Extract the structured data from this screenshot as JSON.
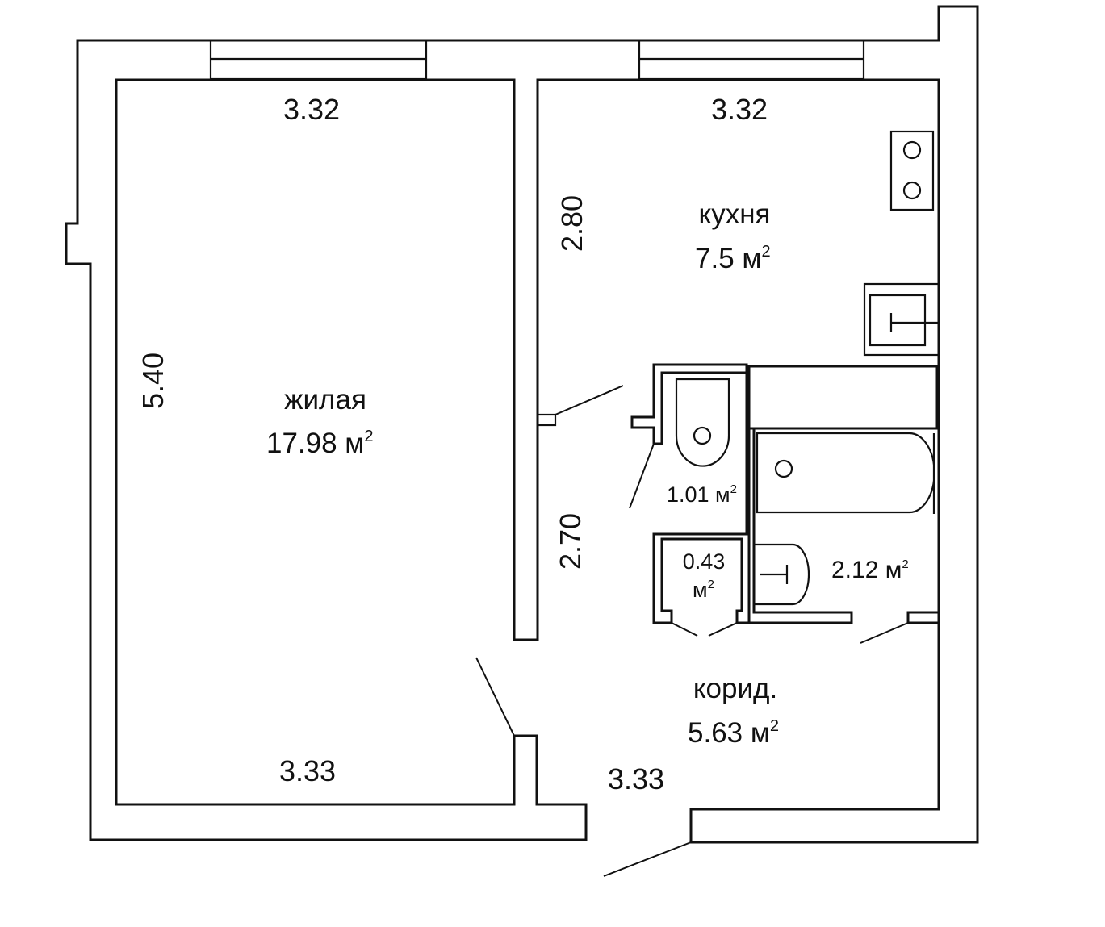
{
  "rooms": {
    "living": {
      "name": "жилая",
      "area": "17.98 м",
      "area_sup": "2"
    },
    "kitchen": {
      "name": "кухня",
      "area": "7.5 м",
      "area_sup": "2"
    },
    "corridor": {
      "name": "корид.",
      "area": "5.63 м",
      "area_sup": "2"
    },
    "toilet": {
      "area": "1.01 м",
      "area_sup": "2"
    },
    "closet": {
      "area_line1": "0.43",
      "area_line2": "м",
      "area_sup": "2"
    },
    "bathroom": {
      "area": "2.12 м",
      "area_sup": "2"
    }
  },
  "dimensions": {
    "living_top": "3.32",
    "kitchen_top": "3.32",
    "living_bottom": "3.33",
    "corridor_bottom": "3.33",
    "living_side": "5.40",
    "kitchen_side": "2.80",
    "corridor_side": "2.70"
  }
}
